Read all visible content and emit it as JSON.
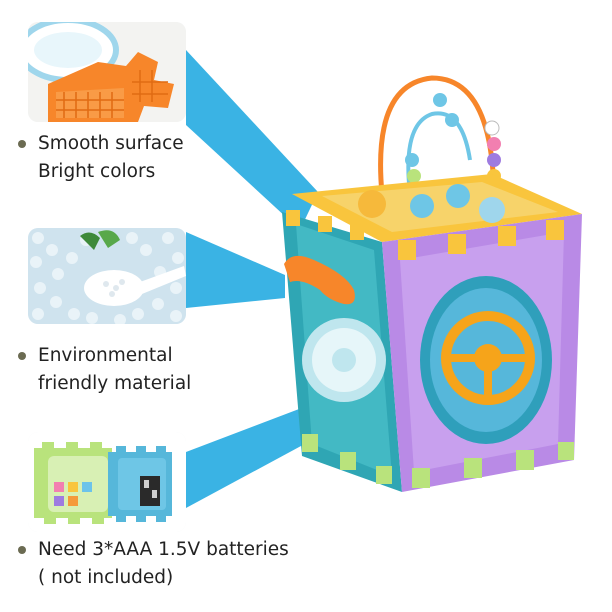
{
  "features": [
    {
      "lines": [
        "Smooth surface",
        "Bright colors"
      ],
      "image": "orange-puzzle-closeup"
    },
    {
      "lines": [
        "Environmental",
        "friendly material"
      ],
      "image": "plastic-pellets-spoon"
    },
    {
      "lines": [
        "Need 3*AAA 1.5V batteries",
        "( not included)"
      ],
      "image": "battery-compartment"
    }
  ],
  "product": {
    "image": "activity-cube-toy"
  },
  "colors": {
    "ray": "#3ab3e4",
    "bullet": "#6b6b52",
    "text": "#222222"
  }
}
